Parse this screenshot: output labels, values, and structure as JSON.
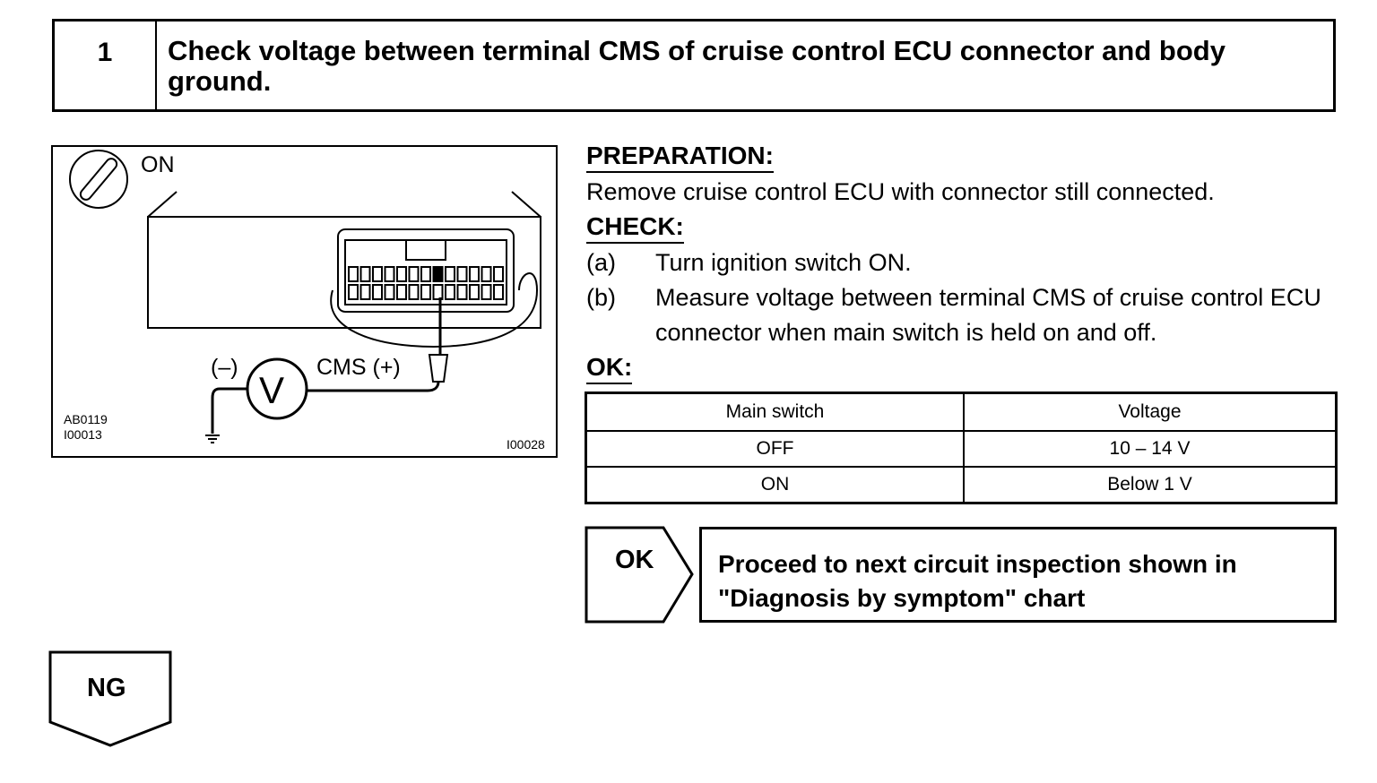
{
  "step": {
    "number": "1",
    "title": "Check voltage between terminal CMS of cruise control ECU connector and body ground."
  },
  "figure": {
    "ignition_label": "ON",
    "minus_label": "(–)",
    "meter_label": "V",
    "probe_label": "CMS (+)",
    "code_left_1": "AB0119",
    "code_left_2": "I00013",
    "code_right": "I00028"
  },
  "preparation": {
    "heading": "PREPARATION:",
    "text": "Remove cruise control ECU with connector still connected."
  },
  "check": {
    "heading": "CHECK:",
    "items": [
      {
        "label": "(a)",
        "text": "Turn ignition switch ON."
      },
      {
        "label": "(b)",
        "text": "Measure voltage between terminal CMS of cruise control ECU connector when main switch is held on and off."
      }
    ]
  },
  "ok_section": {
    "heading": "OK:",
    "table": {
      "headers": [
        "Main switch",
        "Voltage"
      ],
      "rows": [
        [
          "OFF",
          "10 – 14 V"
        ],
        [
          "ON",
          "Below 1 V"
        ]
      ]
    }
  },
  "result_ok": {
    "label": "OK",
    "text_line1": "Proceed to  next circuit inspection shown in",
    "text_line2": "\"Diagnosis by  symptom\" chart"
  },
  "result_ng": {
    "label": "NG"
  }
}
